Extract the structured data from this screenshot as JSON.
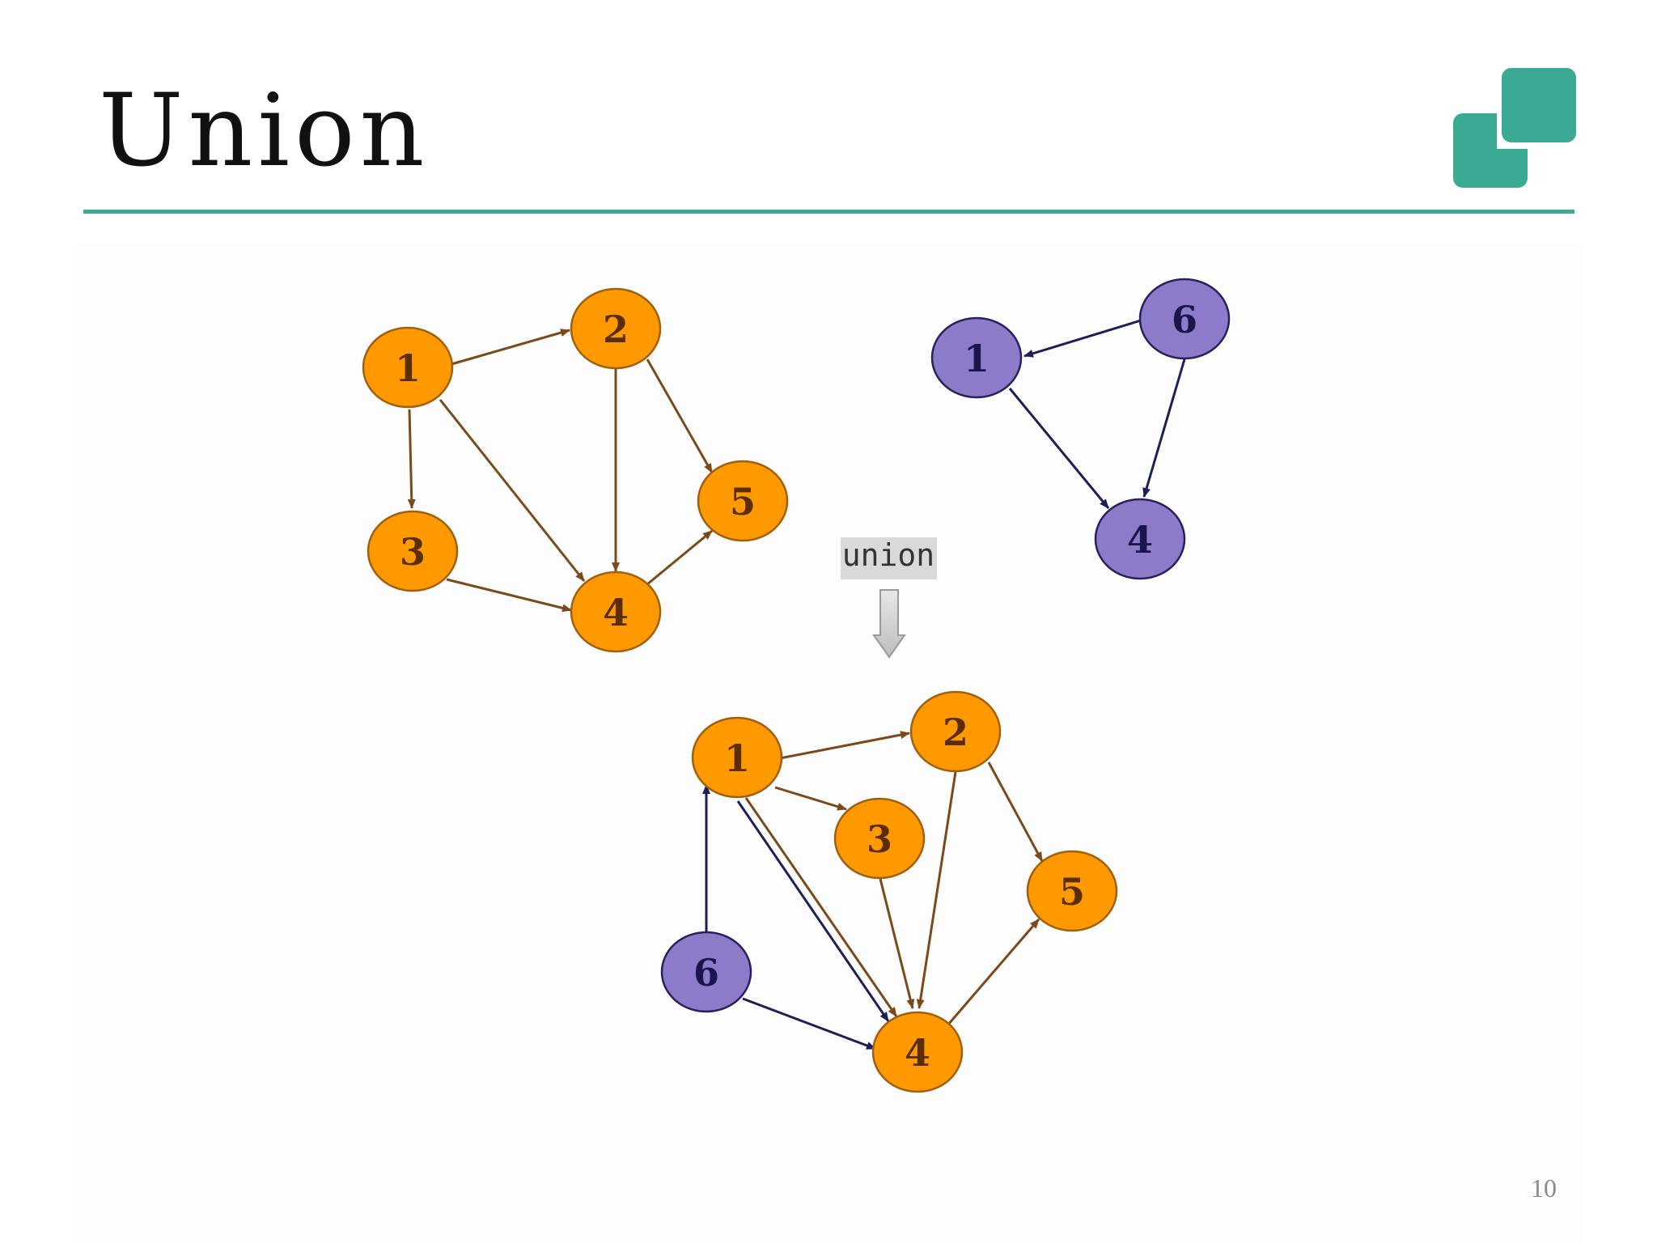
{
  "slide": {
    "title": "Union",
    "page_number": "10"
  },
  "colors": {
    "accent": "#3aaa92",
    "graph_a_node": "#ff9900",
    "graph_a_edge": "#7a4a1a",
    "graph_b_node": "#8c7bc8",
    "graph_b_edge": "#1e1e5a",
    "node_label_a": "#5a2e00",
    "node_label_b": "#1a1450"
  },
  "operation": {
    "label": "union",
    "icon": "arrow-down-icon"
  },
  "graphs": {
    "graph_a": {
      "nodes": [
        "1",
        "2",
        "3",
        "4",
        "5"
      ],
      "edges": [
        [
          "1",
          "2"
        ],
        [
          "1",
          "3"
        ],
        [
          "1",
          "4"
        ],
        [
          "2",
          "4"
        ],
        [
          "2",
          "5"
        ],
        [
          "3",
          "4"
        ],
        [
          "4",
          "5"
        ]
      ]
    },
    "graph_b": {
      "nodes": [
        "1",
        "4",
        "6"
      ],
      "edges": [
        [
          "6",
          "1"
        ],
        [
          "6",
          "4"
        ],
        [
          "1",
          "4"
        ]
      ]
    },
    "result": {
      "nodes": [
        "1",
        "2",
        "3",
        "4",
        "5",
        "6"
      ],
      "edges": [
        [
          "1",
          "2"
        ],
        [
          "1",
          "3"
        ],
        [
          "1",
          "4"
        ],
        [
          "2",
          "4"
        ],
        [
          "2",
          "5"
        ],
        [
          "3",
          "4"
        ],
        [
          "4",
          "5"
        ],
        [
          "6",
          "1"
        ],
        [
          "6",
          "4"
        ],
        [
          "1",
          "4"
        ]
      ]
    }
  }
}
